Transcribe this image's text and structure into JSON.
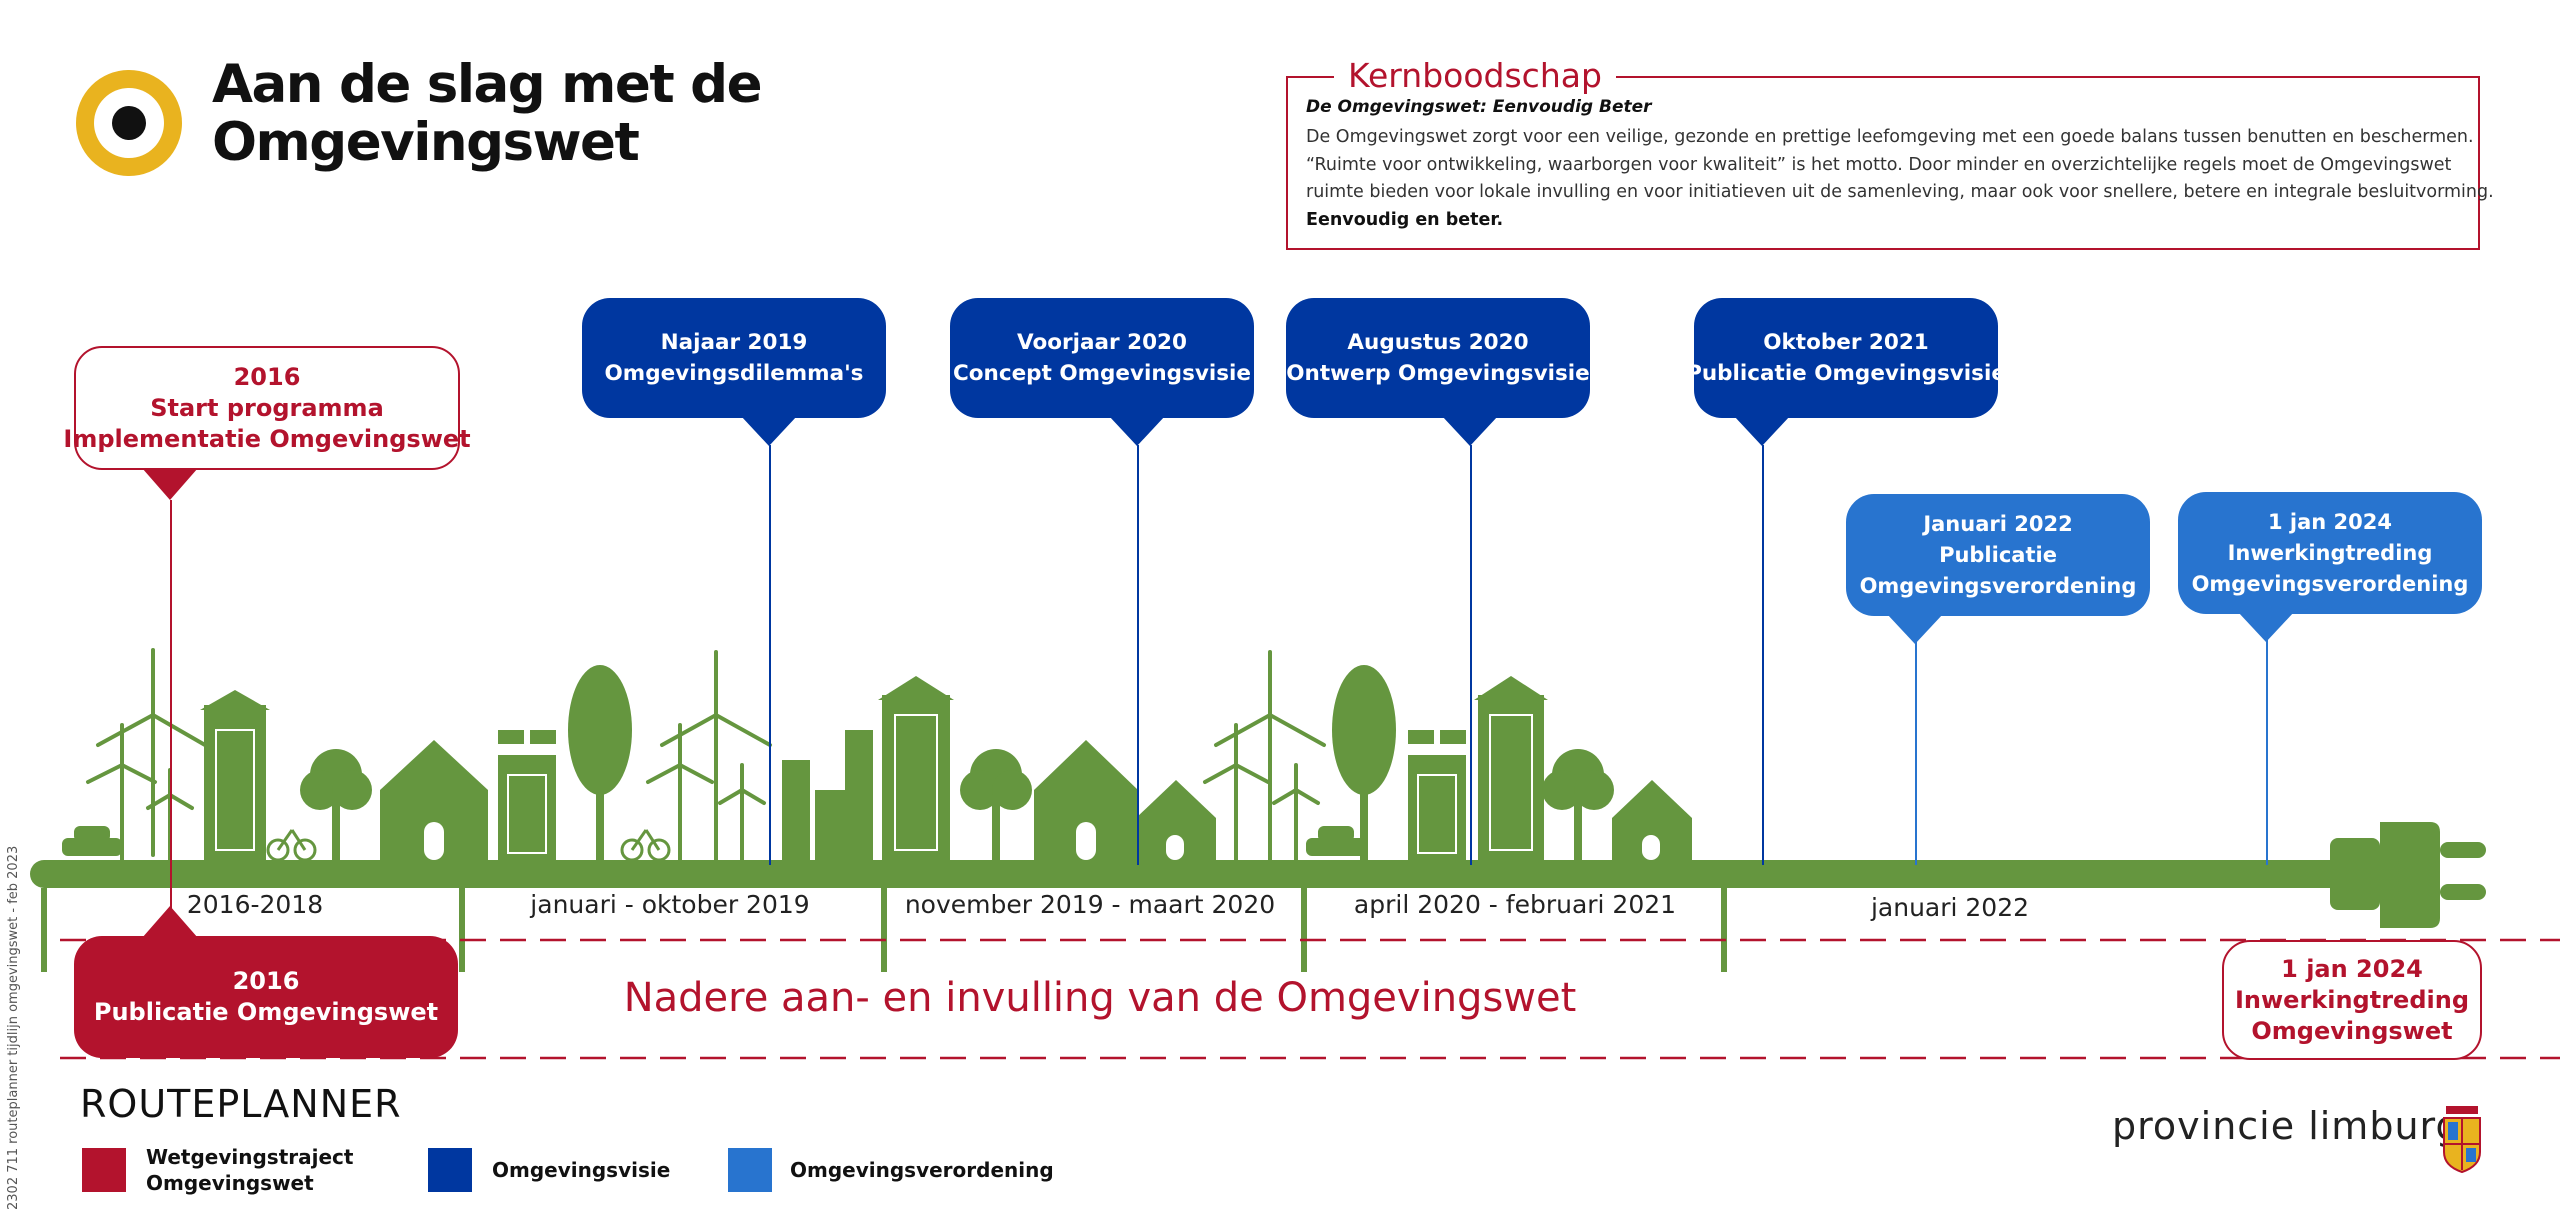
{
  "header": {
    "title_line1": "Aan de slag met de",
    "title_line2": "Omgevingswet"
  },
  "kernboodschap": {
    "title": "Kernboodschap",
    "subtitle": "De Omgevingswet: Eenvoudig Beter",
    "line1": "De Omgevingswet zorgt voor een veilige, gezonde en prettige leefomgeving met een goede balans tussen benutten en beschermen.",
    "line2": "“Ruimte voor ontwikkeling, waarborgen voor kwaliteit” is het motto. Door minder en overzichtelijke regels moet de Omgevingswet",
    "line3": "ruimte bieden voor lokale invulling en voor initiatieven uit de samenleving, maar ook voor snellere, betere en integrale besluitvorming.",
    "line4": "Eenvoudig en beter."
  },
  "milestones": {
    "start": {
      "year": "2016",
      "line1": "Start programma",
      "line2": "Implementatie Omgevingswet"
    },
    "najaar2019": {
      "date": "Najaar 2019",
      "label": "Omgevingsdilemma's"
    },
    "voorjaar2020": {
      "date": "Voorjaar 2020",
      "label": "Concept Omgevingsvisie"
    },
    "augustus2020": {
      "date": "Augustus 2020",
      "label": "Ontwerp Omgevingsvisie"
    },
    "oktober2021": {
      "date": "Oktober 2021",
      "label": "Publicatie Omgevingsvisie"
    },
    "januari2022": {
      "date": "Januari 2022",
      "line1": "Publicatie",
      "line2": "Omgevingsverordening"
    },
    "jan2024_verordening": {
      "date": "1 jan 2024",
      "line1": "Inwerkingtreding",
      "line2": "Omgevingsverordening"
    },
    "publicatie2016": {
      "year": "2016",
      "label": "Publicatie Omgevingswet"
    },
    "jan2024_wet": {
      "date": "1 jan 2024",
      "line1": "Inwerkingtreding",
      "line2": "Omgevingswet"
    }
  },
  "periods": [
    "2016-2018",
    "januari - oktober 2019",
    "november 2019 - maart 2020",
    "april 2020 - februari 2021",
    "januari 2022"
  ],
  "band_text": "Nadere aan- en invulling van de Omgevingswet",
  "legend": {
    "title": "ROUTEPLANNER",
    "items": [
      {
        "line1": "Wetgevingstraject",
        "line2": "Omgevingswet",
        "color": "#b3132d"
      },
      {
        "line1": "Omgevingsvisie",
        "line2": "",
        "color": "#0037a0"
      },
      {
        "line1": "Omgevingsverordening",
        "line2": "",
        "color": "#2874cf"
      }
    ]
  },
  "footer": {
    "organisation": "provincie limburg",
    "vertical_note": "2302 711 routeplanner tijdlijn omgevingswet - feb 2023"
  },
  "colors": {
    "wetgeving": "#b3132d",
    "visie": "#0037a0",
    "verordening": "#2874cf",
    "landscape": "#65963f",
    "logo": "#e9b31f"
  }
}
